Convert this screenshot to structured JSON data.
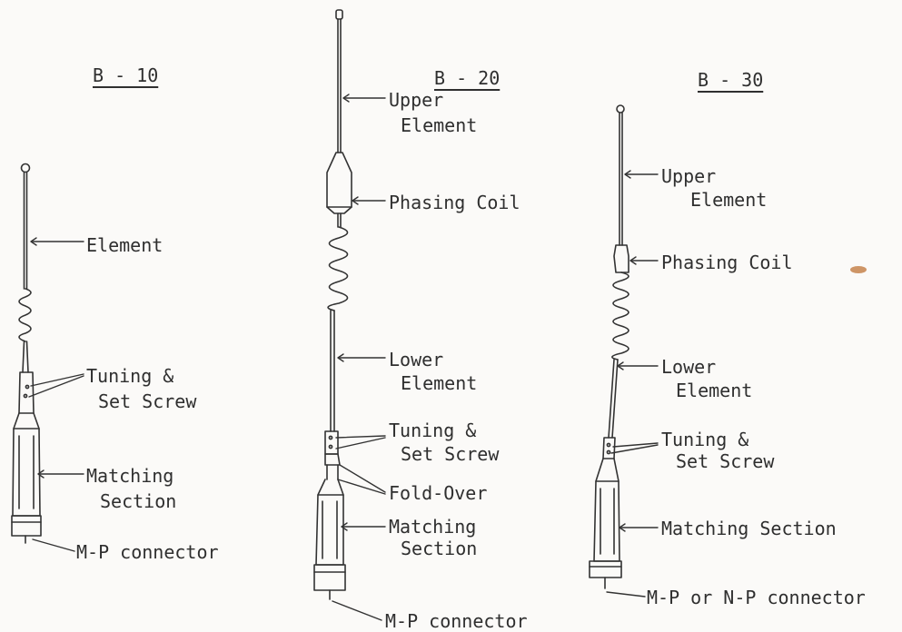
{
  "b10": {
    "title": "B - 10",
    "element": "Element",
    "tuning_line1": "Tuning &",
    "tuning_line2": "Set Screw",
    "matching_line1": "Matching",
    "matching_line2": "Section",
    "connector": "M-P connector"
  },
  "b20": {
    "title": "B - 20",
    "upper_line1": "Upper",
    "upper_line2": "Element",
    "phasing": "Phasing Coil",
    "lower_line1": "Lower",
    "lower_line2": "Element",
    "tuning_line1": "Tuning &",
    "tuning_line2": "Set Screw",
    "foldover": "Fold-Over",
    "matching_line1": "Matching",
    "matching_line2": "Section",
    "connector": "M-P connector"
  },
  "b30": {
    "title": "B - 30",
    "upper_line1": "Upper",
    "upper_line2": "Element",
    "phasing": "Phasing Coil",
    "lower_line1": "Lower",
    "lower_line2": "Element",
    "tuning_line1": "Tuning &",
    "tuning_line2": "Set Screw",
    "matching": "Matching Section",
    "connector": "M-P or N-P connector"
  },
  "colors": {
    "ink": "#333333",
    "paper": "#fbfaf8",
    "stain": "#c98a55"
  }
}
